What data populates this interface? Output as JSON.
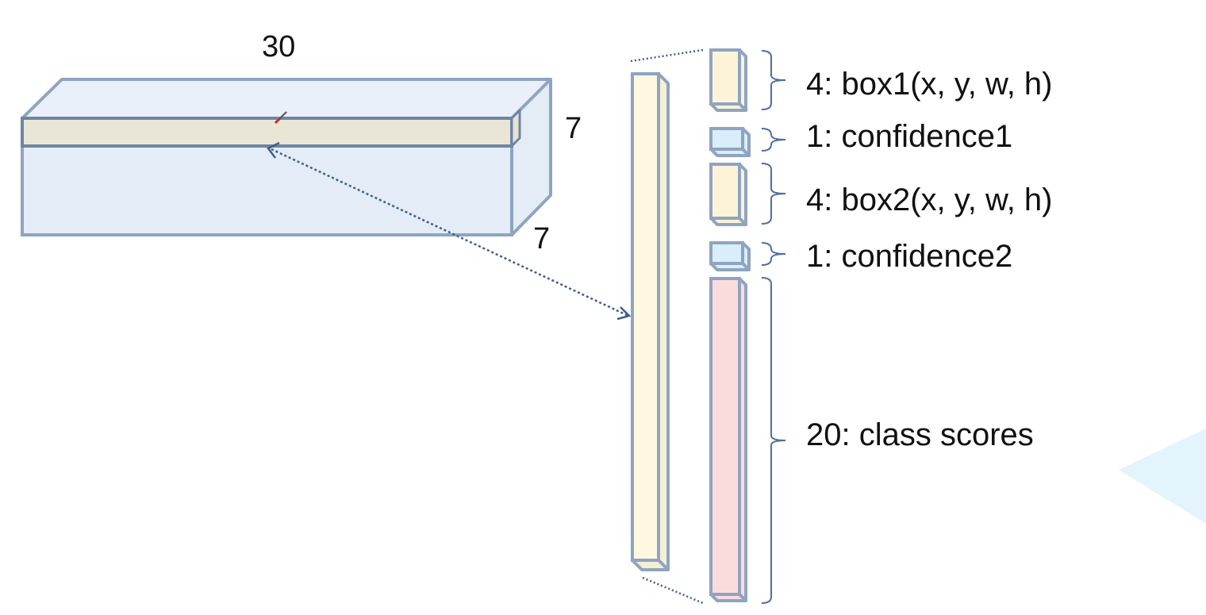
{
  "tensor": {
    "width_label": "30",
    "height_label": "7",
    "depth_label": "7"
  },
  "segments": [
    {
      "label": "4: box1(x, y, w, h)",
      "fill": "#FCF3D9"
    },
    {
      "label": "1: confidence1",
      "fill": "#D9EEF8"
    },
    {
      "label": "4: box2(x, y, w, h)",
      "fill": "#FCF3D9"
    },
    {
      "label": "1: confidence2",
      "fill": "#D9EEF8"
    },
    {
      "label": "20: class scores",
      "fill": "#FBDCDC"
    }
  ],
  "colors": {
    "outline": "#8FA4C0",
    "bracket": "#4A6FA5",
    "arrow": "#3E5F8A",
    "tensor_face": "#E3ECF7",
    "tensor_top": "#EAF0F9",
    "highlight_row": "#EAE6D6",
    "vector_fill": "#FFF8E1",
    "bg_triangle": "#E3F4FC"
  }
}
